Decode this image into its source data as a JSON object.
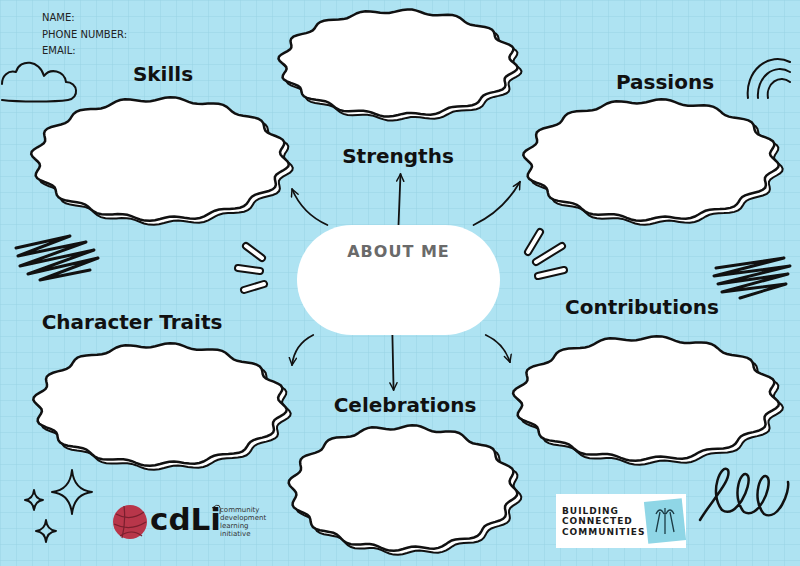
{
  "diagram": {
    "nodes": [
      {
        "text": [
          "Skills"
        ]
      },
      {
        "text": [
          "Strengths"
        ]
      },
      {
        "text": [
          "Passions"
        ]
      },
      {
        "text": [
          "ABOUT ME"
        ]
      },
      {
        "text": [
          "Contributions"
        ]
      },
      {
        "text": [
          "Character Traits"
        ]
      },
      {
        "text": [
          "Celebrations"
        ]
      }
    ],
    "edges": [
      {
        "from": 3,
        "to": 0,
        "arrow": "to"
      },
      {
        "from": 3,
        "to": 1,
        "arrow": "to"
      },
      {
        "from": 3,
        "to": 2,
        "arrow": "to"
      },
      {
        "from": 3,
        "to": 4,
        "arrow": "to"
      },
      {
        "from": 3,
        "to": 5,
        "arrow": "to"
      },
      {
        "from": 3,
        "to": 6,
        "arrow": "to"
      }
    ],
    "labels": [
      "NAME:",
      "PHONE NUMBER:",
      "EMAIL:",
      "cdLi",
      "community development learning initiative",
      "BUILDING CONNECTED COMMUNITIES"
    ]
  }
}
